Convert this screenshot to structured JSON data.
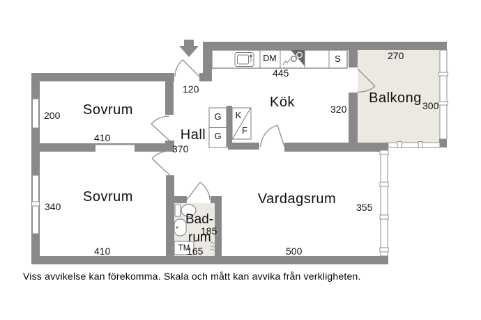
{
  "floorplan": {
    "rooms": {
      "sovrum_top": {
        "label": "Sovrum",
        "dim_left": "200",
        "dim_bottom": "410"
      },
      "sovrum_bottom": {
        "label": "Sovrum",
        "dim_left": "340",
        "dim_bottom": "410"
      },
      "kok": {
        "label": "Kök",
        "dim_top": "445",
        "dim_right": "320"
      },
      "hall": {
        "label": "Hall",
        "dim_top": "120",
        "dim_bottom": "370"
      },
      "badrum": {
        "label_line1": "Bad-",
        "label_line2": "rum",
        "dim_right": "185",
        "dim_bottom": "165"
      },
      "vardagsrum": {
        "label": "Vardagsrum",
        "dim_right": "355",
        "dim_bottom": "500"
      },
      "balkong": {
        "label": "Balkong",
        "dim_top": "270",
        "dim_right": "300"
      }
    },
    "fixtures": {
      "wardrobe_top": "G",
      "wardrobe_bottom": "G",
      "fridge": "K",
      "freezer": "F",
      "dishwasher": "DM",
      "pantry": "S",
      "washing_machine": "TM"
    },
    "disclaimer": "Viss avvikelse kan förekomma. Skala och mått kan avvika från verkligheten.",
    "colors": {
      "wall": "#898989",
      "outdoor_area_fill": "#ece9e3",
      "room_fill": "#ffffff",
      "text": "#111111"
    }
  }
}
